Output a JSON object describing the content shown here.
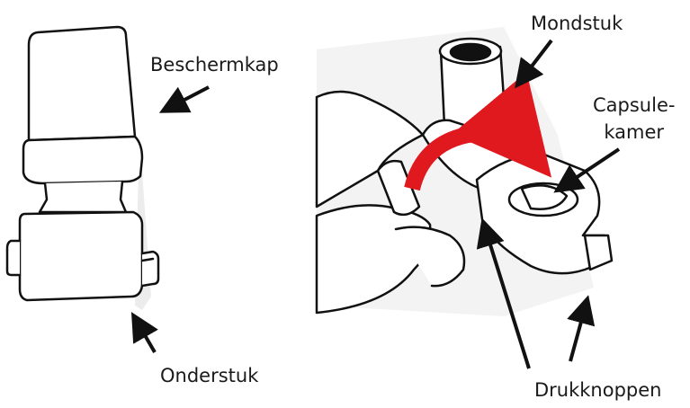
{
  "labels": {
    "beschermkap": "Beschermkap",
    "onderstuk": "Onderstuk",
    "mondstuk": "Mondstuk",
    "capsulekamer_line1": "Capsule-",
    "capsulekamer_line2": "kamer",
    "drukknoppen": "Drukknoppen"
  },
  "colors": {
    "line": "#111111",
    "arrow_red": "#e0191f",
    "shadow": "#eeeeee"
  }
}
